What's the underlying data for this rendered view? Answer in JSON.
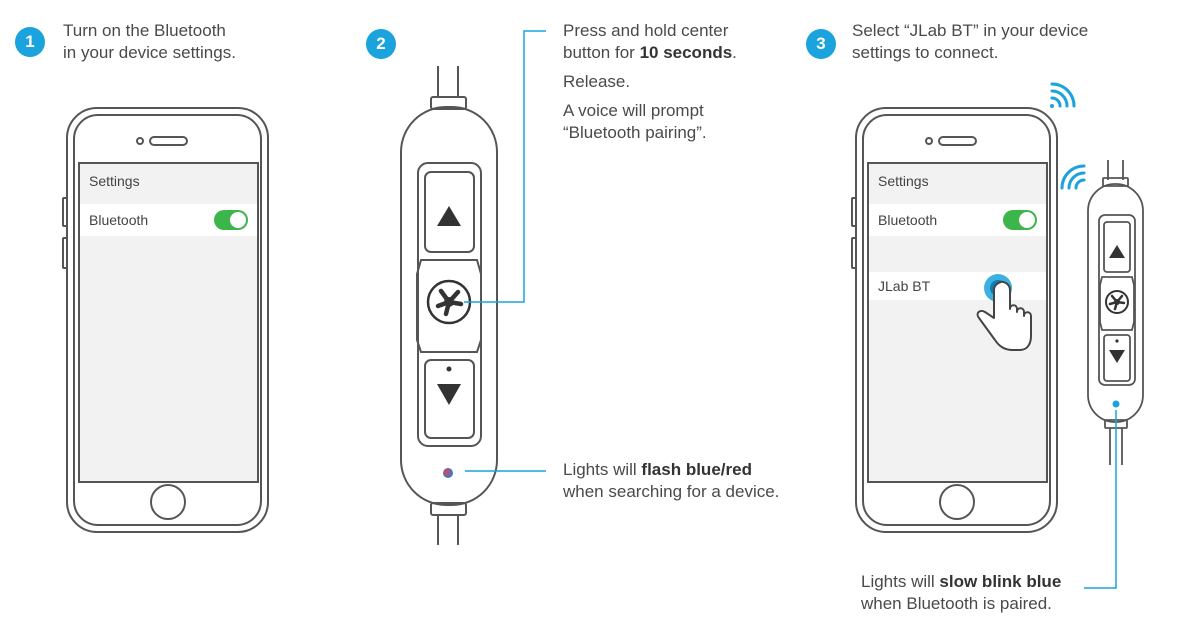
{
  "colors": {
    "accent": "#1aa3dc",
    "toggle_on": "#3cb54a",
    "outline": "#555555",
    "screen": "#f2f2f2"
  },
  "step1": {
    "number": "1",
    "line1": "Turn on the Bluetooth",
    "line2": "in your device settings.",
    "phone": {
      "row1": "Settings",
      "row2": "Bluetooth",
      "bluetooth_toggle_on": true
    }
  },
  "step2": {
    "number": "2",
    "instr_line1": "Press and hold center",
    "instr_line2_prefix": "button for ",
    "instr_line2_bold": "10 seconds",
    "instr_line2_suffix": ".",
    "release": "Release.",
    "voice_line1": "A voice will prompt",
    "voice_line2": "“Bluetooth pairing”.",
    "light_prefix": "Lights will ",
    "light_bold": "flash blue/red",
    "light_line2": "when searching for a device.",
    "remote_icons": [
      "up-arrow-icon",
      "jlab-logo-icon",
      "down-arrow-icon",
      "led-icon"
    ]
  },
  "step3": {
    "number": "3",
    "line1": "Select “JLab BT” in your device",
    "line2": "settings to connect.",
    "phone": {
      "row1": "Settings",
      "row2": "Bluetooth",
      "bluetooth_toggle_on": true,
      "device": "JLab BT"
    },
    "light_prefix": "Lights will ",
    "light_bold": "slow blink blue",
    "light_line2": "when Bluetooth is paired.",
    "icons": [
      "wifi-signal-icon",
      "pointing-hand-icon"
    ]
  }
}
